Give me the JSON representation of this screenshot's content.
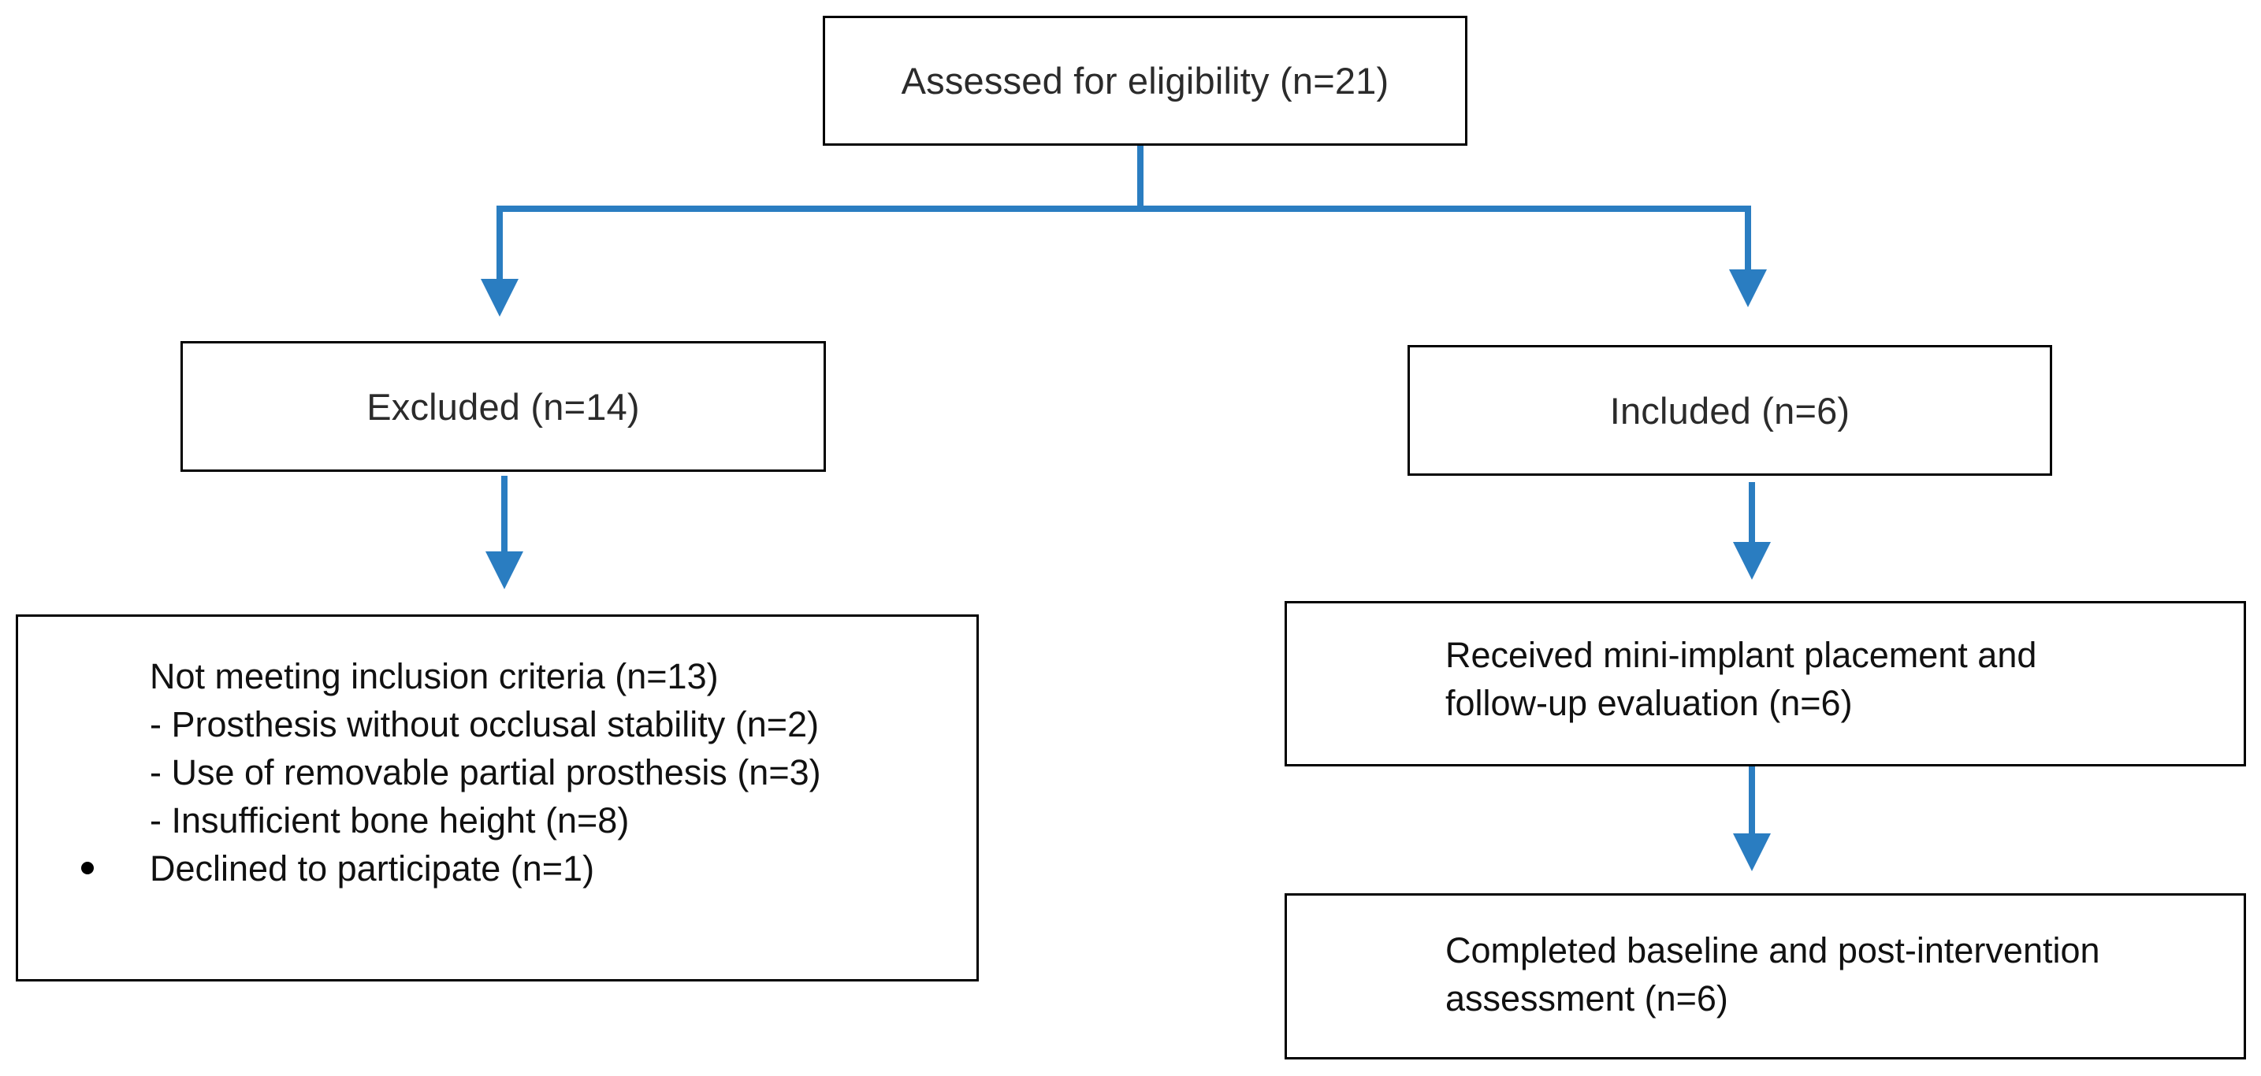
{
  "flow": {
    "assessed": "Assessed for eligibility (n=21)",
    "excluded": "Excluded (n=14)",
    "included": "Included (n=6)",
    "not_meeting": {
      "heading": "Not meeting inclusion criteria (n=13)",
      "reasons": [
        "- Prosthesis without occlusal stability (n=2)",
        "- Use of removable partial prosthesis (n=3)",
        "- Insufficient bone height (n=8)"
      ],
      "declined": "Declined to participate (n=1)"
    },
    "received": [
      "Received mini-implant placement and",
      "follow-up evaluation (n=6)"
    ],
    "completed": [
      "Completed baseline and post-intervention",
      "assessment (n=6)"
    ]
  },
  "colors": {
    "connector": "#2a7dc1",
    "box_border": "#000000",
    "text": "#1f1f1f"
  }
}
